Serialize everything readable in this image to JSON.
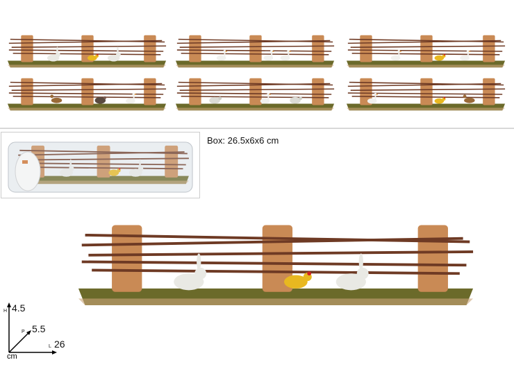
{
  "box_label": "Box: 26.5x6x6 cm",
  "dimensions": {
    "height_label": "H",
    "height_value": "4.5",
    "depth_label": "P",
    "depth_value": "5.5",
    "length_label": "L",
    "length_value": "26",
    "unit": "cm"
  },
  "colors": {
    "moss": "#6b6a2a",
    "post": "#c98a55",
    "stick": "#6e3a24",
    "divider": "#d8d8d8"
  }
}
